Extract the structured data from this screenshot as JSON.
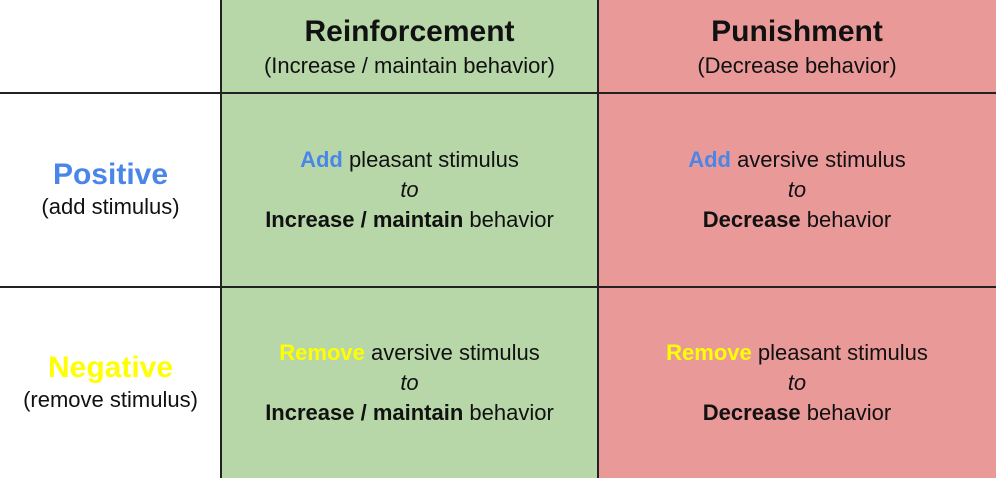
{
  "colors": {
    "reinforcement_bg": "#b7d7a8",
    "punishment_bg": "#ea9999",
    "positive": "#4a86e8",
    "negative": "#ffff00",
    "grid_line": "#222222"
  },
  "columns": [
    {
      "title": "Reinforcement",
      "subtitle": "(Increase / maintain behavior)"
    },
    {
      "title": "Punishment",
      "subtitle": "(Decrease behavior)"
    }
  ],
  "rows": [
    {
      "title": "Positive",
      "subtitle": "(add stimulus)"
    },
    {
      "title": "Negative",
      "subtitle": "(remove stimulus)"
    }
  ],
  "cells": {
    "positive_reinforcement": {
      "verb": "Add",
      "object": " pleasant stimulus",
      "to": "to",
      "goal_bold": "Increase / maintain",
      "goal_rest": " behavior"
    },
    "positive_punishment": {
      "verb": "Add",
      "object": " aversive stimulus",
      "to": "to",
      "goal_bold": "Decrease",
      "goal_rest": " behavior"
    },
    "negative_reinforcement": {
      "verb": "Remove",
      "object": " aversive stimulus",
      "to": "to",
      "goal_bold": "Increase / maintain",
      "goal_rest": " behavior"
    },
    "negative_punishment": {
      "verb": "Remove",
      "object": " pleasant stimulus",
      "to": "to",
      "goal_bold": "Decrease",
      "goal_rest": " behavior"
    }
  }
}
